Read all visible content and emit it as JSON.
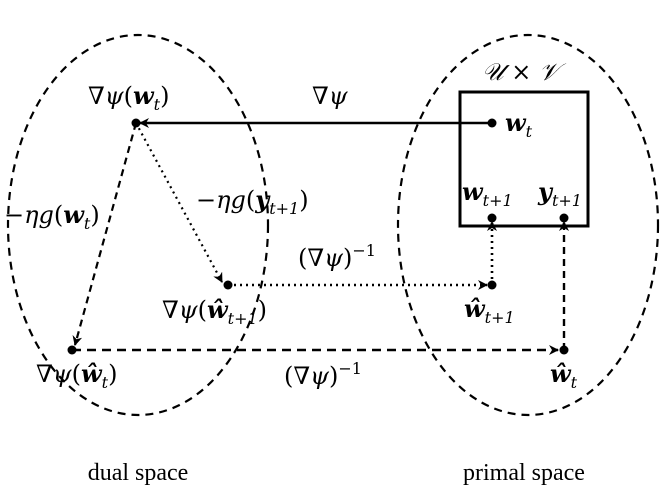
{
  "labels": {
    "box_title_u": "𝒰",
    "box_title_times": " × ",
    "box_title_v": "𝒱",
    "top_arrow": "∇ψ",
    "nabla": "∇",
    "psi": "ψ",
    "open_paren": "(",
    "close_paren": ")",
    "minus_eta_g": "−ηg",
    "w": "w",
    "w_hat": "ŵ",
    "y": "y",
    "sub_t": "t",
    "sub_t1": "t+1",
    "inverse_sup": "−1",
    "dual_space": "dual space",
    "primal_space": "primal space"
  }
}
